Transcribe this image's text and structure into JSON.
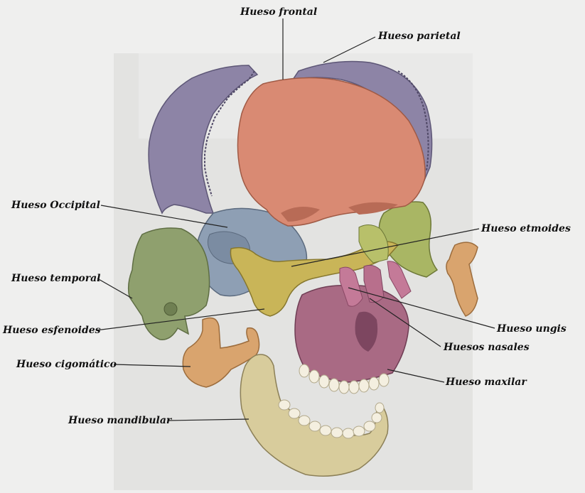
{
  "labels": {
    "frontal": "Hueso frontal",
    "parietal": "Hueso parietal",
    "occipital": "Hueso Occipital",
    "etmoides": "Hueso etmoides",
    "temporal": "Hueso temporal",
    "ungis": "Hueso ungis",
    "esfenoides": "Hueso esfenoides",
    "nasales": "Huesos nasales",
    "cigomatico": "Hueso cigomático",
    "maxilar": "Hueso maxilar",
    "mandibular": "Hueso mandibular"
  },
  "colors": {
    "frontal": "#d98a73",
    "parietal": "#8d84a6",
    "occipital": "#8e9fb4",
    "temporal": "#8fa06e",
    "esfenoides": "#c9b558",
    "etmoides": "#a9b664",
    "ungis": "#c47a98",
    "maxilar": "#a96a84",
    "cigomatico": "#d9a46e",
    "mandibular": "#d8cc9c",
    "teeth": "#f4efe0",
    "page_bg": "#efefee",
    "paper": "#e2e2e0"
  }
}
